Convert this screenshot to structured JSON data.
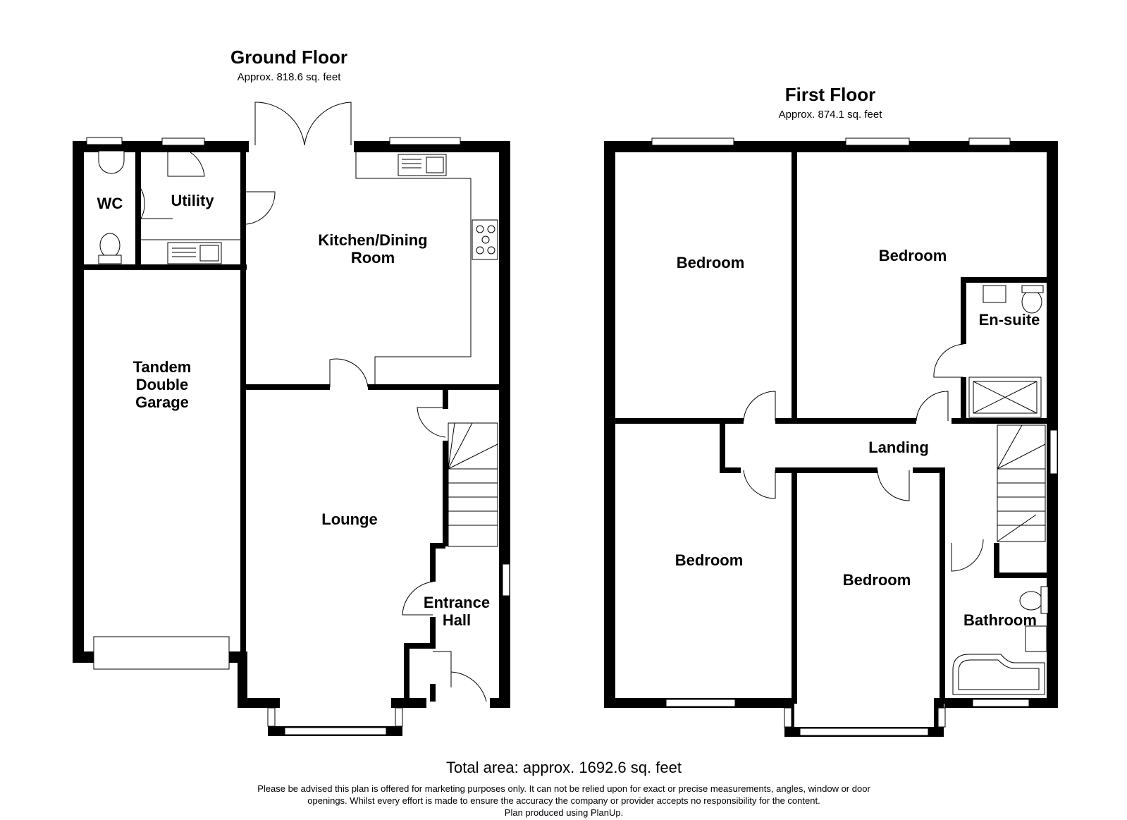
{
  "ground_floor": {
    "title": "Ground Floor",
    "area": "Approx. 818.6 sq. feet",
    "rooms": {
      "wc": "WC",
      "utility": "Utility",
      "kitchen_line1": "Kitchen/Dining",
      "kitchen_line2": "Room",
      "garage_line1": "Tandem",
      "garage_line2": "Double",
      "garage_line3": "Garage",
      "lounge": "Lounge",
      "hall_line1": "Entrance",
      "hall_line2": "Hall"
    }
  },
  "first_floor": {
    "title": "First Floor",
    "area": "Approx. 874.1 sq. feet",
    "rooms": {
      "bedroom_1": "Bedroom",
      "bedroom_2": "Bedroom",
      "ensuite": "En-suite",
      "landing": "Landing",
      "bedroom_3": "Bedroom",
      "bedroom_4": "Bedroom",
      "bathroom": "Bathroom"
    }
  },
  "total_area": "Total area: approx. 1692.6 sq. feet",
  "disclaimer": {
    "line1": "Please be advised this plan is offered for marketing purposes only. It can not be relied upon for exact or precise measurements, angles, window or door",
    "line2": "openings. Whilst every effort is made to ensure the accuracy the company or provider accepts no responsibility for the content.",
    "line3": "Plan produced using PlanUp."
  }
}
